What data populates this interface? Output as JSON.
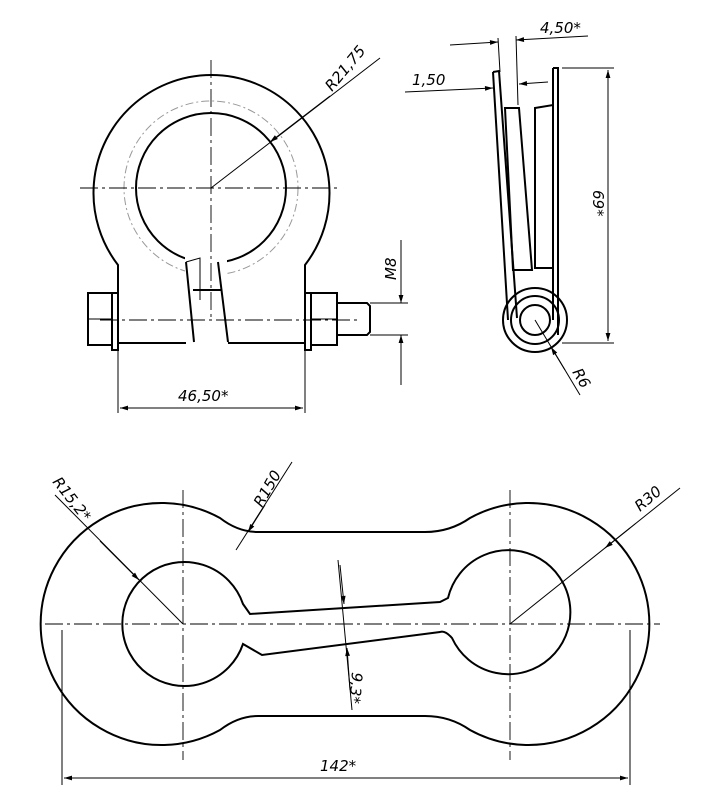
{
  "front_view": {
    "radius_label": "R21,75",
    "width_label": "46,50*",
    "thread_label": "M8"
  },
  "side_view": {
    "width_label": "4,50*",
    "thickness_label": "1,50",
    "height_label": "69*",
    "radius_label": "R6"
  },
  "flat_view": {
    "hole_radius_label": "R15,2*",
    "neck_radius_label": "R150",
    "outer_radius_label": "R30",
    "slot_label": "9,3*",
    "length_label": "142*"
  }
}
